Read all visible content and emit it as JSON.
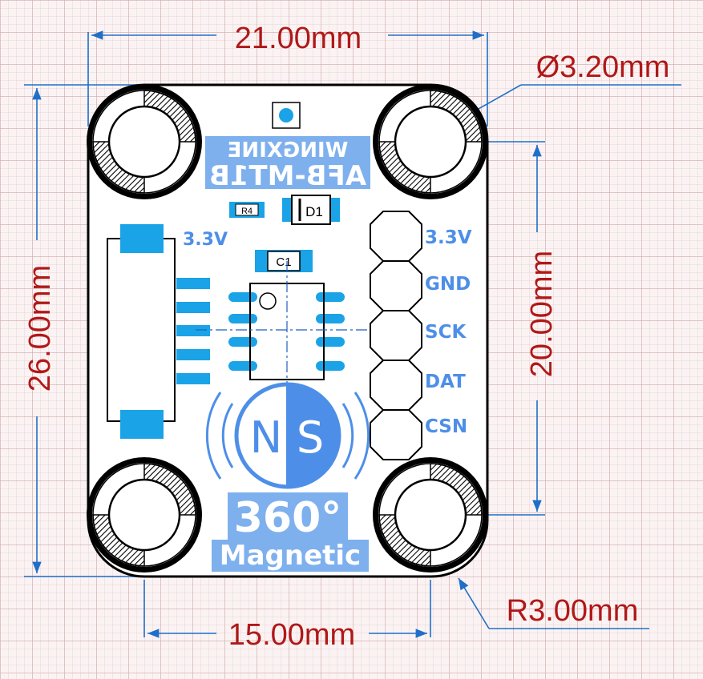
{
  "dimensions": {
    "top_width": "21.00mm",
    "hole_diameter": "Ø3.20mm",
    "left_height": "26.00mm",
    "right_hole_spacing": "20.00mm",
    "bottom_hole_spacing": "15.00mm",
    "corner_radius": "R3.00mm"
  },
  "board": {
    "model": "AFB-MT1B",
    "brand": "WINGXINE",
    "connector_label": "3.3V",
    "resistor_label": "R4",
    "diode_label": "D1",
    "cap_label": "C1",
    "logo_n": "N",
    "logo_s": "S",
    "angle_label": "360°",
    "feature_label": "Magnetic",
    "pins": [
      "3.3V",
      "GND",
      "SCK",
      "DAT",
      "CSN"
    ]
  },
  "colors": {
    "dimension": "#b01818",
    "arrow": "#1f6fc9",
    "label_blue": "#4d8fe8",
    "pad_blue": "#1aa3e6",
    "board": "#ffffff"
  }
}
